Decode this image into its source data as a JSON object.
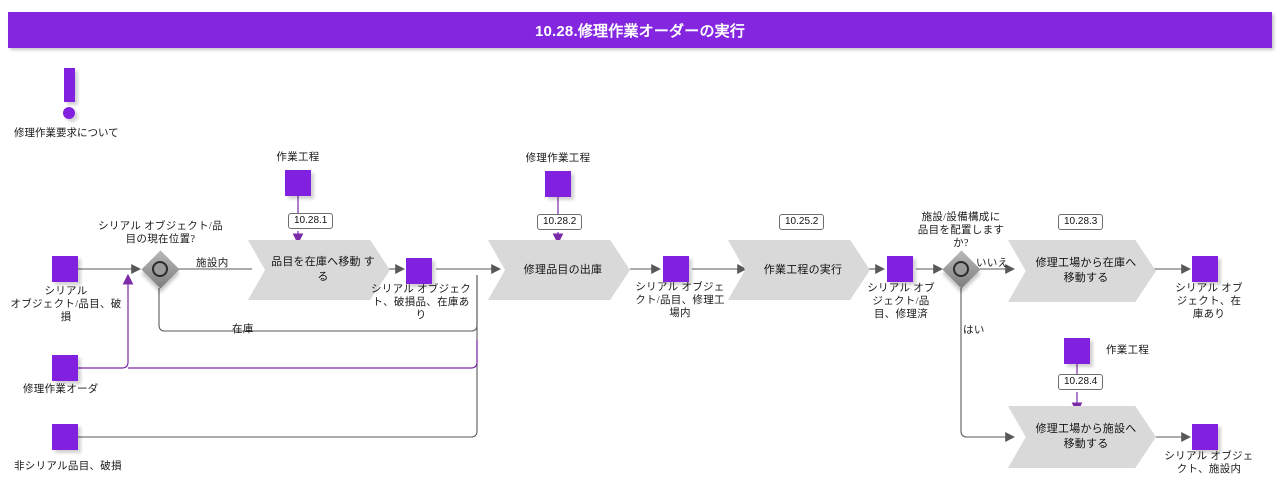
{
  "header": {
    "title": "10.28.修理作業オーダーの実行"
  },
  "note": {
    "icon": "exclamation-icon",
    "text": "修理作業要求について"
  },
  "colors": {
    "accent": "#8220e0",
    "header_bar": "#8425e0",
    "process_fill": "#d9d9d9",
    "decision_fill": "#9a9a9a",
    "connector": "#595959",
    "connector_accent": "#7b2aa8"
  },
  "inputs": [
    {
      "name": "serial-object-damaged",
      "label": "シリアル\nオブジェクト/品目、破損"
    },
    {
      "name": "repair-work-order",
      "label": "修理作業オーダ"
    },
    {
      "name": "non-serial-damaged",
      "label": "非シリアル品目、破損"
    }
  ],
  "swimlane_sources": [
    {
      "name": "work-process-1",
      "label": "作業工程",
      "badge": "10.28.1"
    },
    {
      "name": "repair-work-process",
      "label": "修理作業工程",
      "badge": "10.28.2"
    },
    {
      "name": "work-process-2",
      "label": "作業工程",
      "badge": "10.28.4"
    }
  ],
  "processes": [
    {
      "name": "move-item-to-stock",
      "badge": "10.28.1",
      "label": "品目を在庫へ移動 する"
    },
    {
      "name": "issue-repair-item",
      "badge": "10.28.2",
      "label": "修理品目の出庫"
    },
    {
      "name": "execute-work-process",
      "badge": "10.25.2",
      "label": "作業工程の実行"
    },
    {
      "name": "move-shop-to-stock",
      "badge": "10.28.3",
      "label": "修理工場から在庫へ\n移動する"
    },
    {
      "name": "move-shop-to-facility",
      "badge": "10.28.4",
      "label": "修理工場から施設へ\n移動する"
    }
  ],
  "decisions": [
    {
      "name": "current-location-decision",
      "question": "シリアル オブジェクト/品\n目の現在位置?",
      "branches": [
        "施設内",
        "在庫"
      ]
    },
    {
      "name": "place-item-decision",
      "question": "施設/設備構成に\n品目を配置します\nか?",
      "branches": [
        "いいえ",
        "はい"
      ]
    }
  ],
  "intermediates": [
    {
      "name": "serial-damaged-in-stock",
      "label": "シリアル オブジェク\nト、破損品、在庫あ\nり"
    },
    {
      "name": "serial-in-repair-shop",
      "label": "シリアル オブジェ\nクト/品目、修理工\n場内"
    },
    {
      "name": "serial-repaired",
      "label": "シリアル オブ\nジェクト/品\n目、修理済"
    }
  ],
  "outputs": [
    {
      "name": "serial-object-in-stock",
      "label": "シリアル オブ\nジェクト、在\n庫あり"
    },
    {
      "name": "serial-object-in-facility",
      "label": "シリアル オブジェ\nクト、施設内"
    }
  ],
  "labels": {
    "work_process": "作業工程",
    "repair_work_process": "修理作業工程"
  }
}
